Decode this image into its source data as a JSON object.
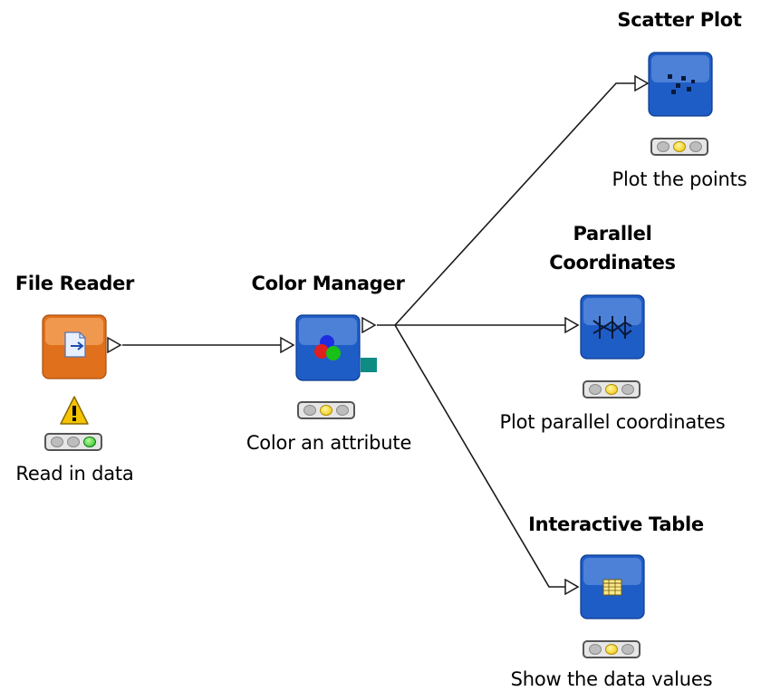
{
  "nodes": [
    {
      "id": "file_reader",
      "title": "File Reader",
      "label": "Read in data",
      "icon": "file-reader-icon",
      "status": "configured-executed",
      "warning": true
    },
    {
      "id": "color_manager",
      "title": "Color Manager",
      "label": "Color an attribute",
      "icon": "color-manager-icon",
      "status": "configured"
    },
    {
      "id": "scatter_plot",
      "title": "Scatter Plot",
      "label": "Plot the points",
      "icon": "scatter-plot-icon",
      "status": "configured"
    },
    {
      "id": "parallel_coordinates",
      "title_line1": "Parallel",
      "title_line2": "Coordinates",
      "label": "Plot parallel coordinates",
      "icon": "parallel-coordinates-icon",
      "status": "configured"
    },
    {
      "id": "interactive_table",
      "title": "Interactive Table",
      "label": "Show the data values",
      "icon": "table-icon",
      "status": "configured"
    }
  ],
  "colors": {
    "orange_node": "#e0701c",
    "blue_node": "#1f5dc6",
    "traffic_yellow": "#f0c400",
    "traffic_green": "#22b522",
    "model_port": "#0e8c84",
    "warning": "#f5c400"
  }
}
